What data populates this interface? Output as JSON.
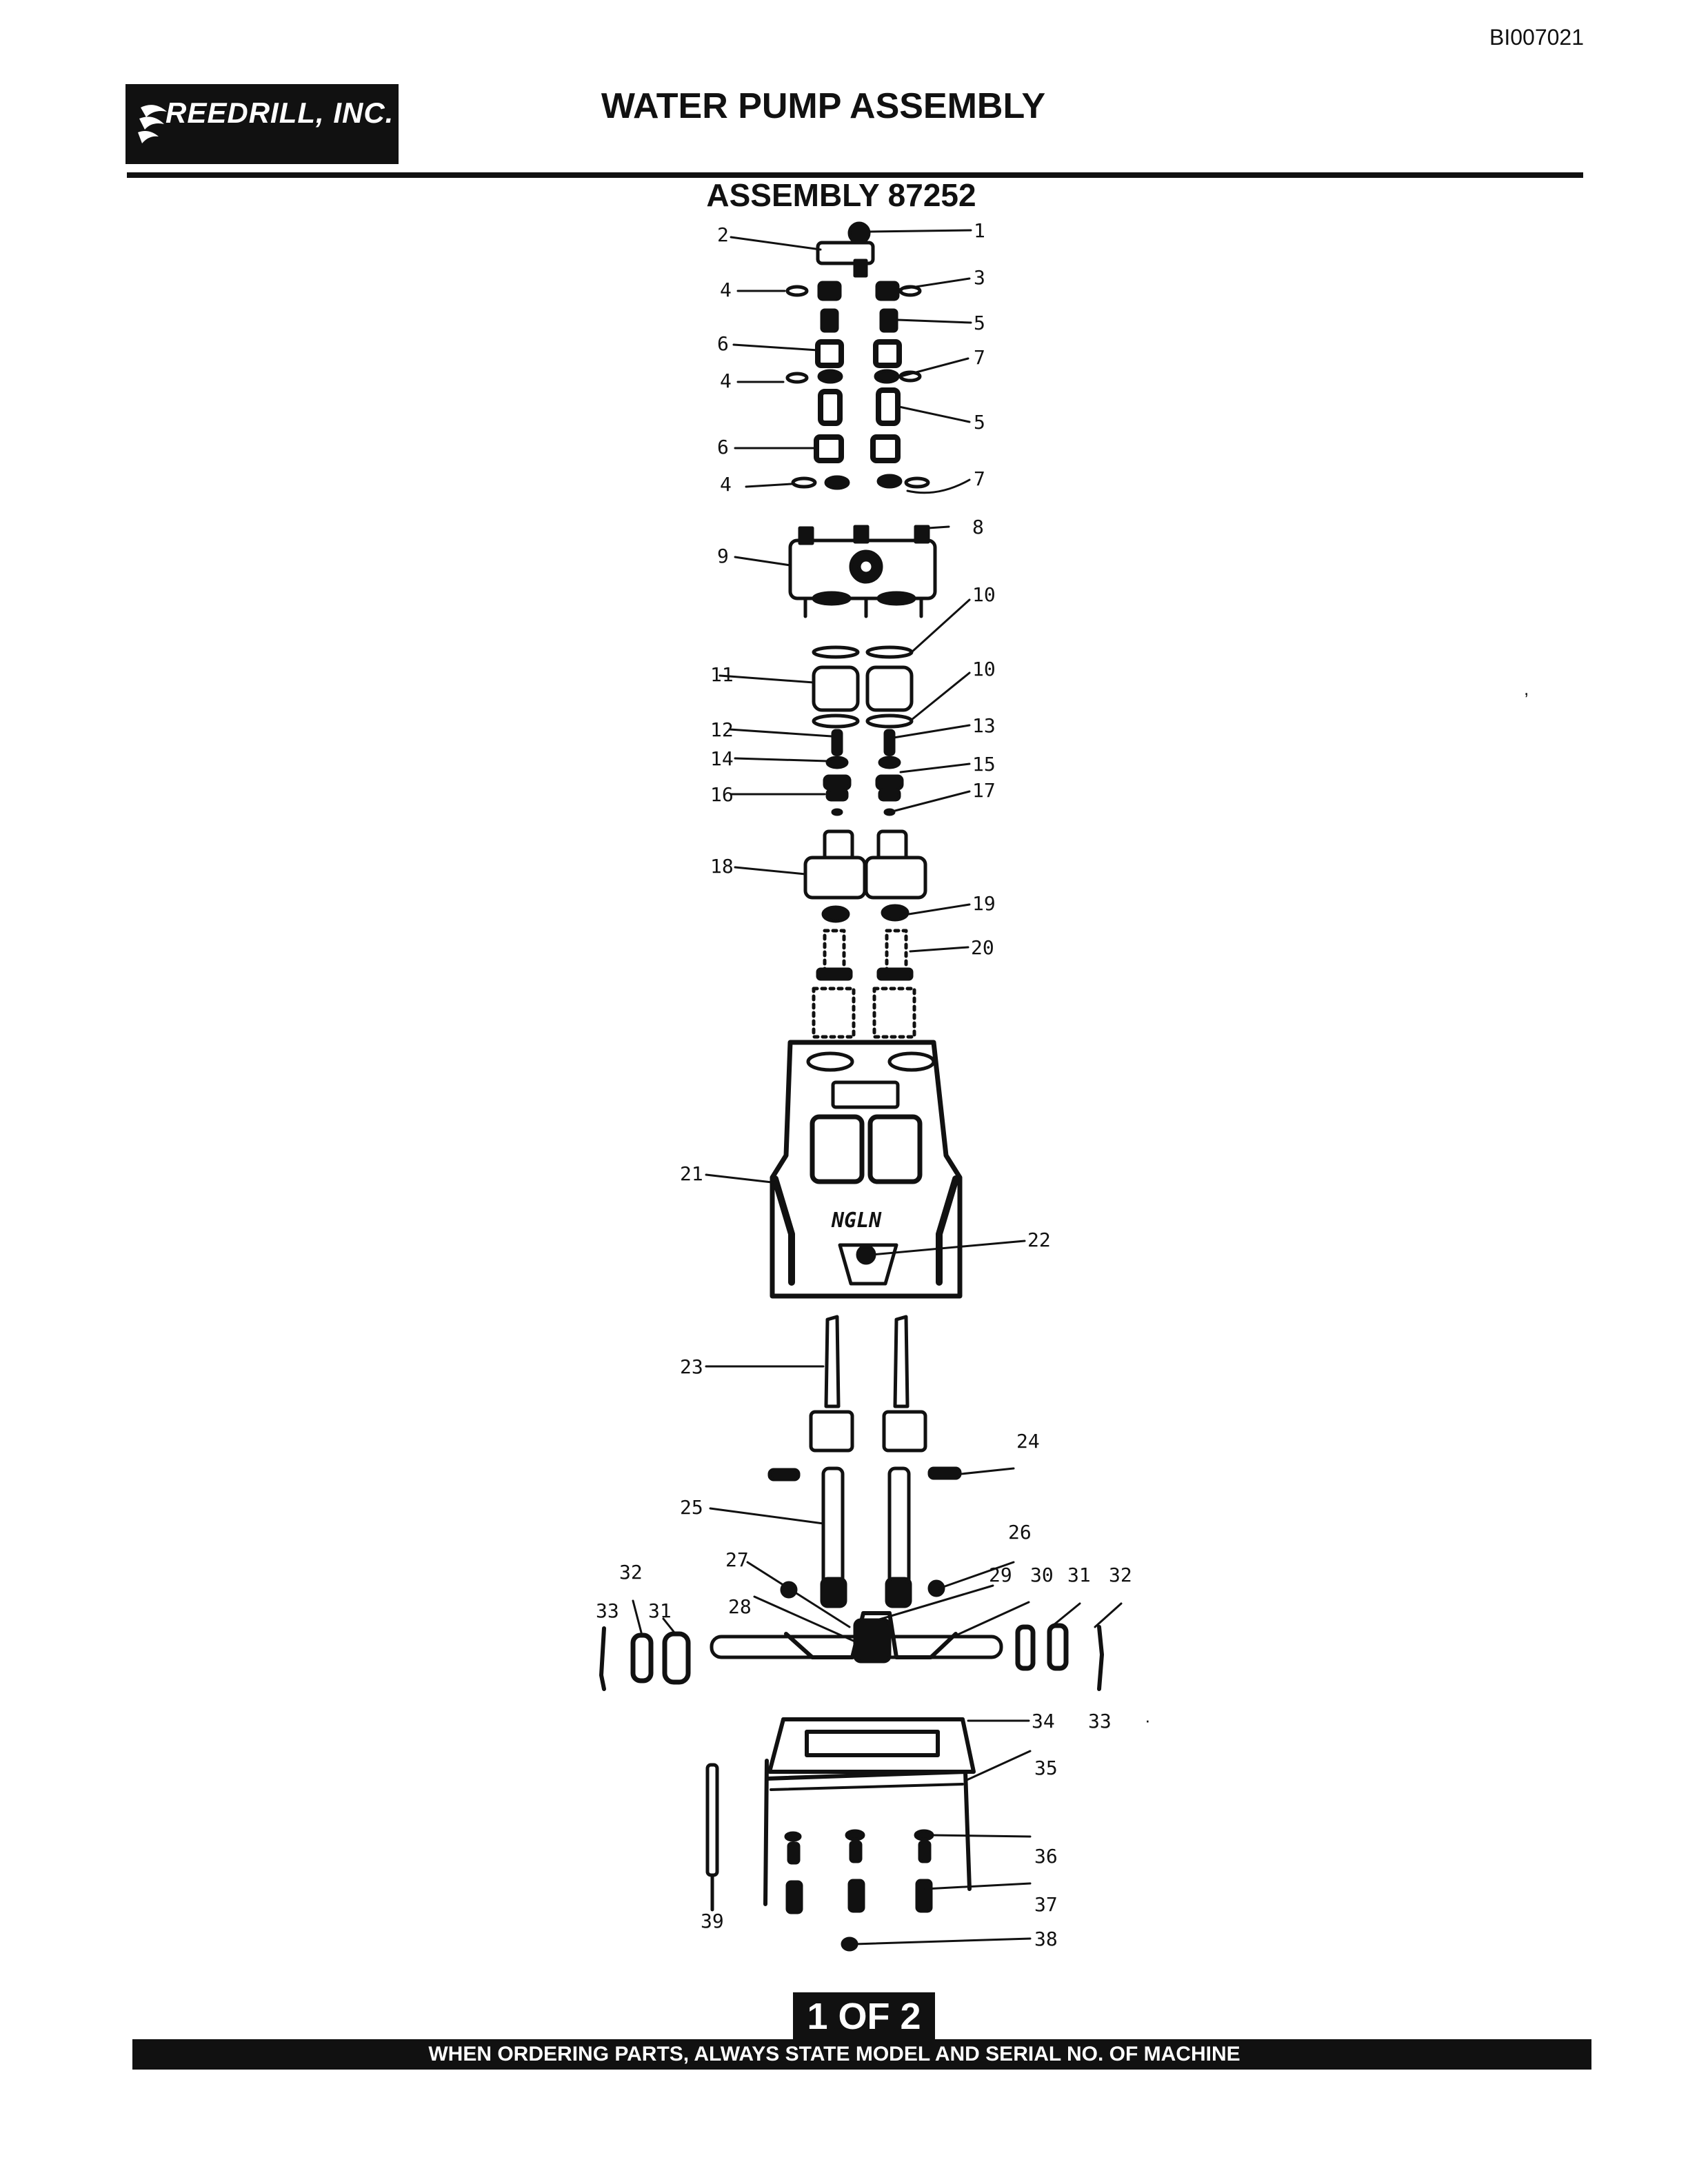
{
  "document_id": "BI007021",
  "company": "REEDRILL, INC.",
  "title": "WATER PUMP ASSEMBLY",
  "subtitle": "ASSEMBLY 87252",
  "page_indicator": "1 OF 2",
  "footer_note": "WHEN ORDERING PARTS, ALWAYS STATE MODEL AND SERIAL NO. OF MACHINE",
  "callouts": [
    "1",
    "2",
    "3",
    "4",
    "5",
    "6",
    "7",
    "8",
    "9",
    "10",
    "11",
    "12",
    "13",
    "14",
    "15",
    "16",
    "17",
    "18",
    "19",
    "20",
    "21",
    "22",
    "23",
    "24",
    "25",
    "26",
    "27",
    "28",
    "29",
    "30",
    "31",
    "32",
    "33",
    "34",
    "35",
    "36",
    "37",
    "38",
    "39"
  ],
  "housing_stamp": "NGLN",
  "colors": {
    "ink": "#111111",
    "paper": "#ffffff"
  }
}
